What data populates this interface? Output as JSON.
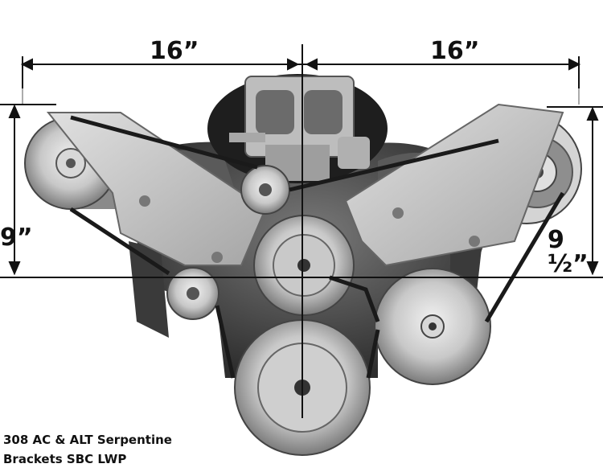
{
  "dimensions": {
    "left_width": "16”",
    "right_width": "16”",
    "left_height": "9”",
    "right_height": "9 ½”"
  },
  "caption": {
    "line1": "308 AC & ALT Serpentine",
    "line2": "Brackets SBC LWP"
  }
}
